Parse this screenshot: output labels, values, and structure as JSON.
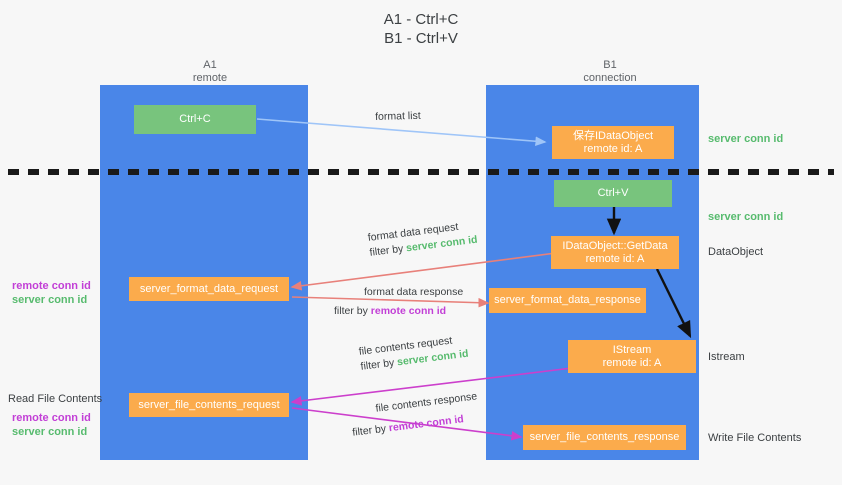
{
  "title": {
    "line1": "A1 - Ctrl+C",
    "line2": "B1 - Ctrl+V"
  },
  "lanes": [
    {
      "id": "a1",
      "name": "A1",
      "subtitle": "remote",
      "color": "#4a86e8"
    },
    {
      "id": "b1",
      "name": "B1",
      "subtitle": "connection",
      "color": "#4a86e8"
    }
  ],
  "nodes": {
    "ctrl_c": {
      "label": "Ctrl+C",
      "color": "#78c47d"
    },
    "ctrl_v": {
      "label": "Ctrl+V",
      "color": "#78c47d"
    },
    "save_dataobject": {
      "line1": "保存IDataObject",
      "line2": "remote id: A",
      "color": "#fbab4c"
    },
    "getdata": {
      "line1": "IDataObject::GetData",
      "line2": "remote id: A",
      "color": "#fbab4c"
    },
    "istream": {
      "line1": "IStream",
      "line2": "remote id: A",
      "color": "#fbab4c"
    },
    "fmt_req": {
      "label": "server_format_data_request",
      "color": "#fbab4c"
    },
    "fmt_resp": {
      "label": "server_format_data_response",
      "color": "#fbab4c"
    },
    "file_req": {
      "label": "server_file_contents_request",
      "color": "#fbab4c"
    },
    "file_resp": {
      "label": "server_file_contents_response",
      "color": "#fbab4c"
    }
  },
  "flows": [
    {
      "id": "format_list",
      "line1": "format list",
      "filter_prefix": "",
      "filter_value": "",
      "color": "#9fc5f8"
    },
    {
      "id": "format_data_req",
      "line1": "format data request",
      "filter_prefix": "filter by ",
      "filter_value": "server conn id",
      "filter_color": "#57bb6e",
      "color": "#e8807a"
    },
    {
      "id": "format_data_resp",
      "line1": "format data response",
      "filter_prefix": "filter by ",
      "filter_value": "remote conn id",
      "filter_color": "#c23fd6",
      "color": "#e8807a"
    },
    {
      "id": "file_contents_req",
      "line1": "file contents request",
      "filter_prefix": "filter by ",
      "filter_value": "server conn id",
      "filter_color": "#57bb6e",
      "color": "#cc3fcc"
    },
    {
      "id": "file_contents_resp",
      "line1": "file contents response",
      "filter_prefix": "filter by ",
      "filter_value": "remote conn id",
      "filter_color": "#c23fd6",
      "color": "#cc3fcc"
    }
  ],
  "right_annotations": [
    {
      "id": "server_conn_id_top",
      "text": "server conn id",
      "color": "#57bb6e",
      "style": "green"
    },
    {
      "id": "server_conn_id_mid",
      "text": "server conn id",
      "color": "#57bb6e",
      "style": "green"
    },
    {
      "id": "dataobject",
      "text": "DataObject",
      "color": "#3c4043",
      "style": "dark"
    },
    {
      "id": "istream",
      "text": "Istream",
      "color": "#3c4043",
      "style": "dark"
    },
    {
      "id": "write_file_contents",
      "text": "Write File Contents",
      "color": "#3c4043",
      "style": "dark"
    }
  ],
  "left_annotations": [
    {
      "id": "conn_ids_upper",
      "remote": "remote conn id",
      "server": "server conn id"
    },
    {
      "id": "read_file_title",
      "text": "Read File Contents"
    },
    {
      "id": "conn_ids_lower",
      "remote": "remote conn id",
      "server": "server conn id"
    }
  ],
  "colors": {
    "lane": "#4a86e8",
    "orange": "#fbab4c",
    "green": "#78c47d",
    "red_arrow": "#e8807a",
    "magenta_arrow": "#cc3fcc",
    "light_blue_arrow": "#9fc5f8",
    "black_arrow": "#1a1a1a",
    "green_text": "#57bb6e",
    "purple_text": "#c23fd6",
    "background": "#f7f7f7"
  }
}
